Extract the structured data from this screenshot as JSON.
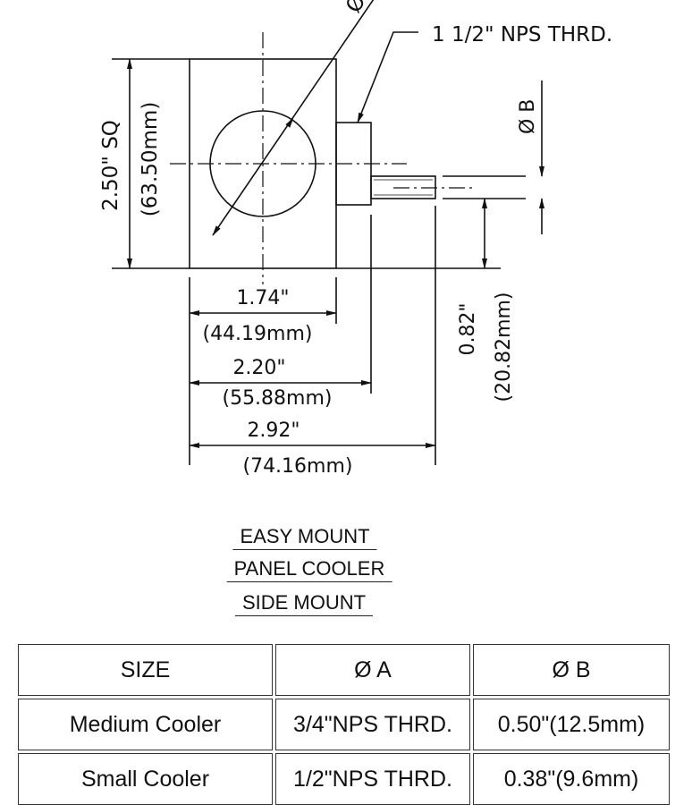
{
  "drawing": {
    "dia_a_label": "Ø A",
    "thread_callout": "1 1/2\" NPS THRD.",
    "dia_b_label": "Ø B",
    "height_in": "2.50\" SQ",
    "height_mm": "(63.50mm)",
    "dim1_in": "1.74\"",
    "dim1_mm": "(44.19mm)",
    "dim2_in": "2.20\"",
    "dim2_mm": "(55.88mm)",
    "dim3_in": "2.92\"",
    "dim3_mm": "(74.16mm)",
    "offset_in": "0.82\"",
    "offset_mm": "(20.82mm)"
  },
  "titles": [
    "EASY MOUNT",
    "PANEL COOLER",
    "SIDE MOUNT"
  ],
  "table": {
    "headers": [
      "SIZE",
      "Ø A",
      "Ø B"
    ],
    "rows": [
      [
        "Medium Cooler",
        "3/4\"NPS THRD.",
        "0.50\"(12.5mm)"
      ],
      [
        "Small Cooler",
        "1/2\"NPS THRD.",
        "0.38\"(9.6mm)"
      ]
    ]
  }
}
